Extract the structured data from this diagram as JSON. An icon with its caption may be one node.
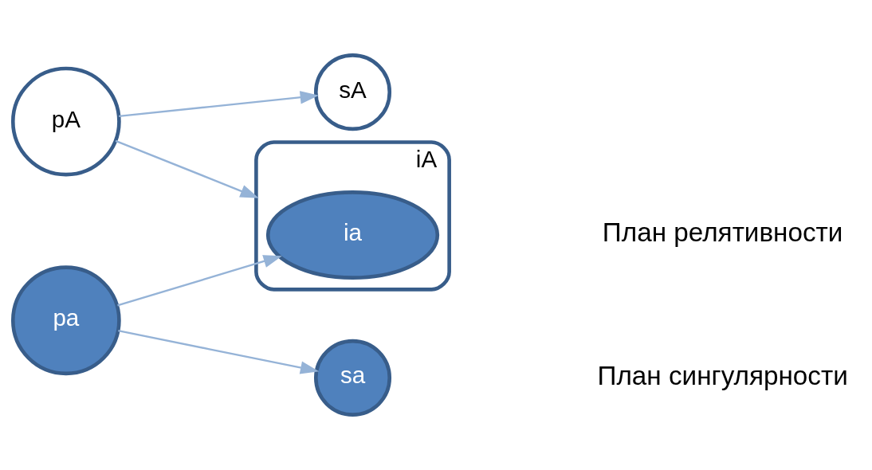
{
  "diagram": {
    "nodes": [
      {
        "text": [
          "pA"
        ]
      },
      {
        "text": [
          "pa"
        ]
      },
      {
        "text": [
          "sA"
        ]
      },
      {
        "text": [
          "sa"
        ]
      },
      {
        "text": [
          "iA"
        ]
      },
      {
        "text": [
          "ia"
        ],
        "in": 4
      }
    ],
    "edges": [
      {
        "from": 0,
        "to": 2,
        "arrow": "to"
      },
      {
        "from": 1,
        "to": 3,
        "arrow": "to"
      },
      {
        "from": 0,
        "to": 4,
        "arrow": "to"
      },
      {
        "from": 1,
        "to": 5,
        "arrow": "to"
      }
    ],
    "labels": [
      "План сингулярности",
      "План релятивности"
    ]
  }
}
